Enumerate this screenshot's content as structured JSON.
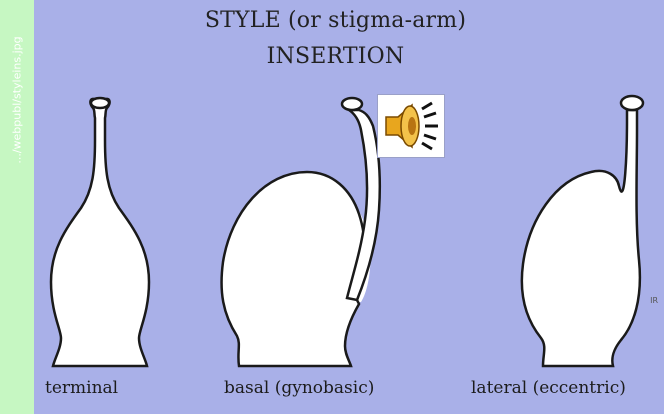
{
  "side_label": ".../webpubl/styleins.jpg",
  "title": {
    "line1": "STYLE (or stigma-arm)",
    "line2": "INSERTION"
  },
  "captions": {
    "terminal": "terminal",
    "basal": "basal (gynobasic)",
    "lateral": "lateral (eccentric)"
  },
  "marker": "IR",
  "icons": {
    "speaker": "speaker-icon"
  },
  "colors": {
    "background": "#c6f7c2",
    "panel": "#a9b0e8",
    "shape_fill": "#ffffff",
    "shape_stroke": "#1a1a1a"
  }
}
